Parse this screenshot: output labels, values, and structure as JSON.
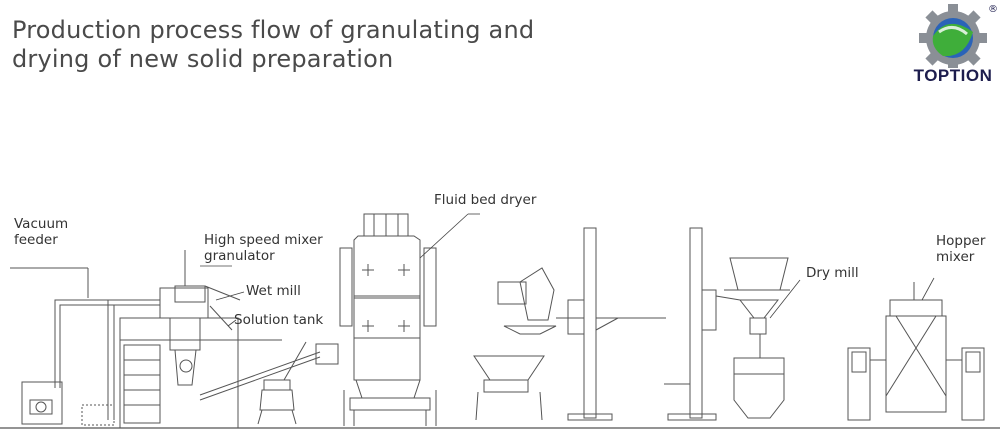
{
  "title": "Production process flow of granulating and\ndrying of new solid preparation",
  "logo": {
    "text": "TOPTION",
    "mark": "®",
    "colors": {
      "gear": "#8a8f96",
      "green": "#3fae3a",
      "blue": "#2a63b8",
      "text": "#1d1d4d"
    }
  },
  "labels": {
    "vacuum_feeder": "Vacuum\nfeeder",
    "high_speed_mixer": "High speed mixer\ngranulator",
    "wet_mill": "Wet mill",
    "solution_tank": "Solution tank",
    "fluid_bed_dryer": "Fluid bed dryer",
    "dry_mill": "Dry mill",
    "hopper_mixer": "Hopper\nmixer"
  }
}
